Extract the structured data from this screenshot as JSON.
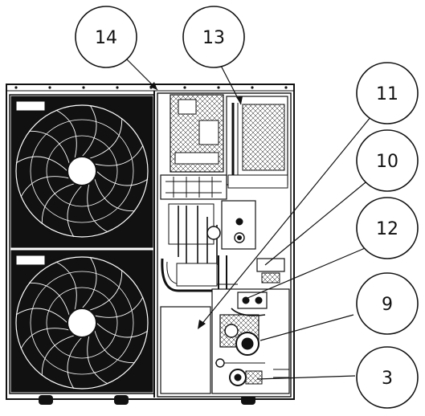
{
  "callouts": [
    {
      "id": "c14",
      "label": "14"
    },
    {
      "id": "c13",
      "label": "13"
    },
    {
      "id": "c11",
      "label": "11"
    },
    {
      "id": "c10",
      "label": "10"
    },
    {
      "id": "c12",
      "label": "12"
    },
    {
      "id": "c9",
      "label": "9"
    },
    {
      "id": "c3",
      "label": "3"
    }
  ],
  "colors": {
    "line": "#111111",
    "background": "#ffffff"
  }
}
